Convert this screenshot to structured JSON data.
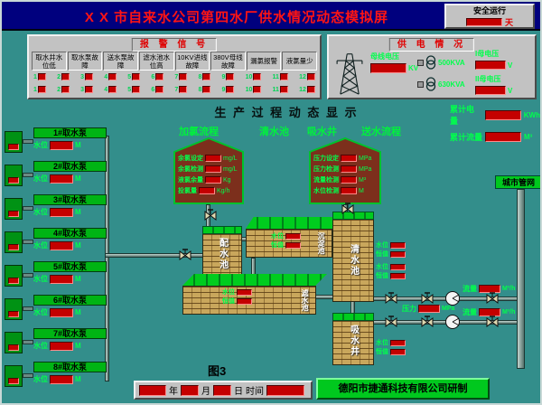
{
  "title_bar": {
    "title": "X X 市自来水公司第四水厂供水情况动态模拟屏",
    "safety_label": "安全运行",
    "safety_unit": "天"
  },
  "alarm_panel": {
    "title": "报 警 信 号",
    "groups": [
      "取水井水位低",
      "取水泵故障",
      "送水泵故障",
      "滤水池水位高",
      "10KV进线故障",
      "380V母线故障",
      "漏氯报警",
      "液氯量少"
    ],
    "indicator_rows": [
      [
        "1",
        "2",
        "3",
        "4",
        "5",
        "6",
        "7",
        "8",
        "9",
        "10",
        "11",
        "12"
      ],
      [
        "1",
        "2",
        "3",
        "4",
        "5",
        "6",
        "7",
        "8",
        "9",
        "10",
        "11",
        "12"
      ]
    ]
  },
  "power_panel": {
    "title": "供 电 情 况",
    "bus_voltage_label": "母线电压",
    "bus_voltage_unit": "KV",
    "transformers": [
      {
        "name": "500KVA"
      },
      {
        "name": "630KVA"
      }
    ],
    "bus_feeders": [
      {
        "label": "I母电压",
        "unit": "V"
      },
      {
        "label": "II母电压",
        "unit": "V"
      }
    ]
  },
  "totals": {
    "rows": [
      {
        "label": "累计电量",
        "unit": "KWh"
      },
      {
        "label": "累计流量",
        "unit": "M³"
      }
    ]
  },
  "pump_units": [
    {
      "name": "1#取水泵",
      "level_label": "水位",
      "level_unit": "M"
    },
    {
      "name": "2#取水泵",
      "level_label": "水位",
      "level_unit": "M"
    },
    {
      "name": "3#取水泵",
      "level_label": "水位",
      "level_unit": "M"
    },
    {
      "name": "4#取水泵",
      "level_label": "水位",
      "level_unit": "M"
    },
    {
      "name": "5#取水泵",
      "level_label": "水位",
      "level_unit": "M"
    },
    {
      "name": "6#取水泵",
      "level_label": "水位",
      "level_unit": "M"
    },
    {
      "name": "7#取水泵",
      "level_label": "水位",
      "level_unit": "M"
    },
    {
      "name": "8#取水泵",
      "level_label": "水位",
      "level_unit": "M"
    }
  ],
  "process": {
    "title": "生 产 过 程 动 态 显 示",
    "flow_labels": [
      "加氯流程",
      "清水池",
      "吸水井",
      "送水流程"
    ],
    "chlorine_house": {
      "rows": [
        {
          "label": "余氯设定",
          "unit": "mg/L"
        },
        {
          "label": "余氯检测",
          "unit": "mg/L"
        },
        {
          "label": "液氯余量",
          "unit": "Kg"
        },
        {
          "label": "投氯量",
          "unit": "Kg/h"
        }
      ]
    },
    "pump_house": {
      "rows": [
        {
          "label": "压力设定",
          "unit": "MPa"
        },
        {
          "label": "压力检测",
          "unit": "MPa"
        },
        {
          "label": "流量检测",
          "unit": "M³"
        },
        {
          "label": "水位检测",
          "unit": "M"
        }
      ]
    },
    "tanks": {
      "distribution": "配水池",
      "sedimentation": "沉淀池",
      "filter": "滤水池",
      "clear": "清水池",
      "suction": "吸水井"
    },
    "setpoint_pair": {
      "row1": "水位",
      "row2": "恒值"
    },
    "network_label": "城市管网"
  },
  "outputs": [
    {
      "label": "流量",
      "unit": "M³/h"
    },
    {
      "label": "压力",
      "unit": "MPa"
    },
    {
      "label": "流量",
      "unit": "M³/h"
    }
  ],
  "footer": {
    "figure_caption": "图3",
    "date_bar": {
      "year": "年",
      "month": "月",
      "day": "日",
      "time": "时间"
    },
    "company": "德阳市捷通科技有限公司研制"
  }
}
